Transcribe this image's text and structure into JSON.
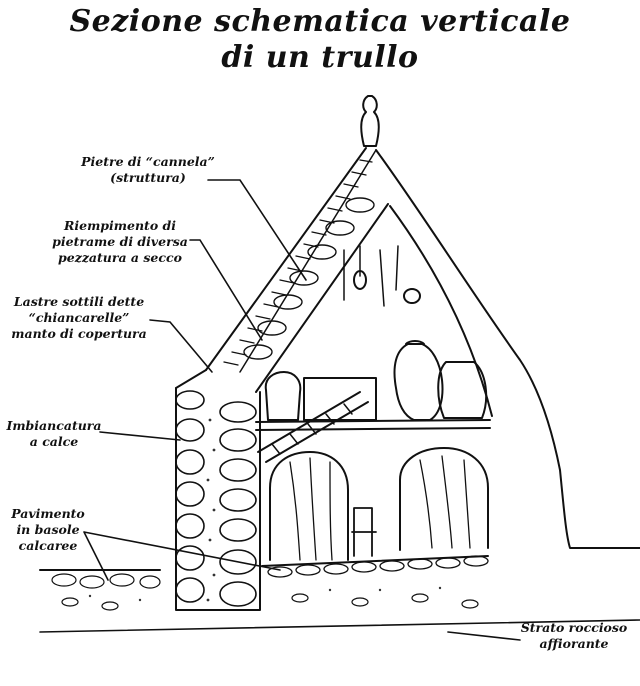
{
  "title": {
    "line1": "Sezione schematica verticale",
    "line2": "di un trullo"
  },
  "labels": {
    "cannela": [
      "Pietre di “cannela”",
      "(struttura)"
    ],
    "riempimento": [
      "Riempimento di",
      "pietrame di diversa",
      "pezzatura a secco"
    ],
    "lastre": [
      "Lastre sottili dette",
      "“chiancarelle”",
      "manto di copertura"
    ],
    "imbiancatura": [
      "Imbiancatura",
      "a calce"
    ],
    "pavimento": [
      "Pavimento",
      "in basole",
      "calcaree"
    ],
    "strato": [
      "Strato roccioso",
      "affiorante"
    ]
  }
}
